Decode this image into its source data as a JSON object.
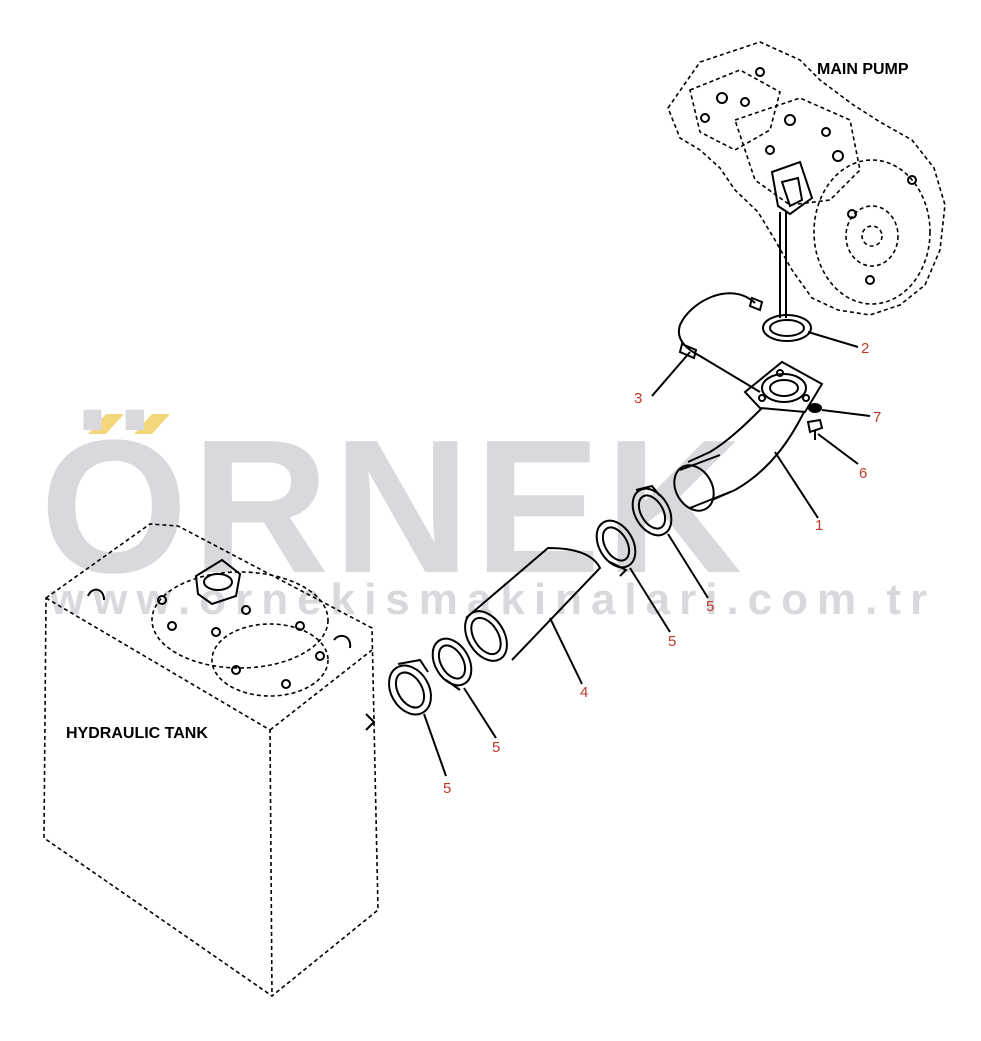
{
  "watermark": {
    "brand": "ÖRNEK",
    "url": "www.ornekismakinalari.com.tr",
    "accent_color": "#f3d77a",
    "text_color": "#d9d9dd"
  },
  "labels": {
    "main_pump": "MAIN PUMP",
    "hydraulic_tank": "HYDRAULIC TANK"
  },
  "callouts": [
    {
      "id": "c1",
      "text": "1"
    },
    {
      "id": "c2",
      "text": "2"
    },
    {
      "id": "c3",
      "text": "3"
    },
    {
      "id": "c4",
      "text": "4"
    },
    {
      "id": "c5a",
      "text": "5"
    },
    {
      "id": "c5b",
      "text": "5"
    },
    {
      "id": "c5c",
      "text": "5"
    },
    {
      "id": "c5d",
      "text": "5"
    },
    {
      "id": "c6",
      "text": "6"
    },
    {
      "id": "c7",
      "text": "7"
    }
  ],
  "colors": {
    "callout_text": "#c0392b",
    "line": "#000000"
  }
}
